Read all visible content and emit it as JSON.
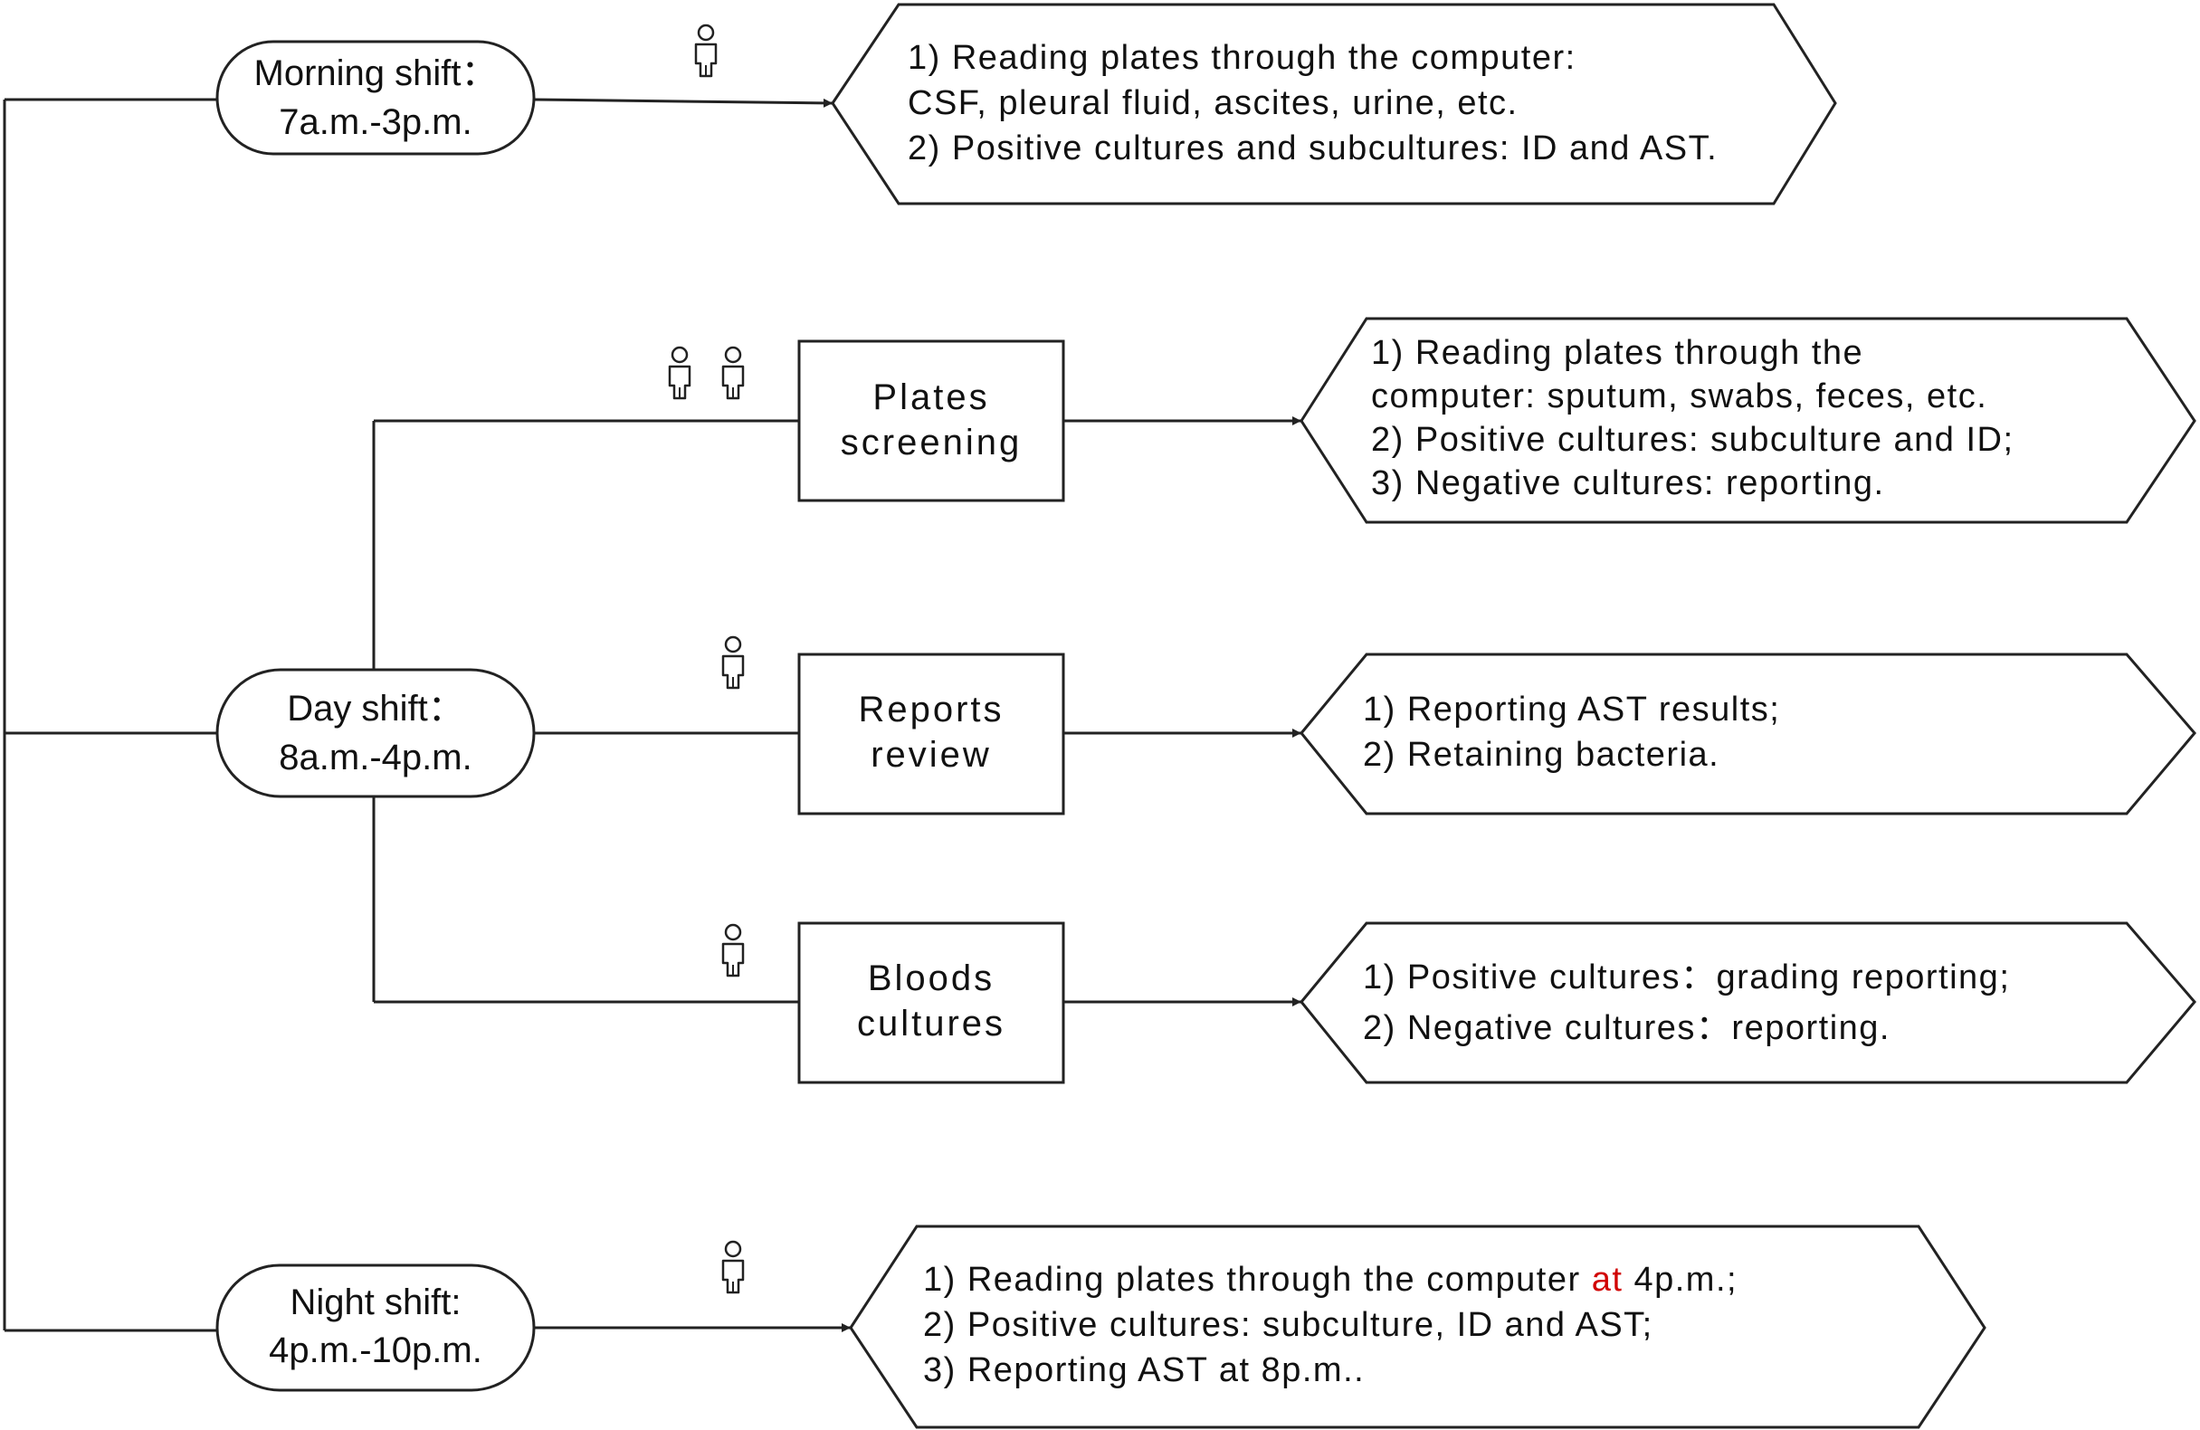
{
  "shifts": {
    "morning": {
      "title": "Morning shift：",
      "hours": "7a.m.-3p.m."
    },
    "day": {
      "title": "Day shift：",
      "hours": "8a.m.-4p.m."
    },
    "night": {
      "title": "Night shift:",
      "hours": "4p.m.-10p.m."
    }
  },
  "boxes": {
    "plates": {
      "line1": "Plates",
      "line2": "screening"
    },
    "reports": {
      "line1": "Reports",
      "line2": "review"
    },
    "bloods": {
      "line1": "Bloods",
      "line2": "cultures"
    }
  },
  "tasks": {
    "morning": [
      "1) Reading plates through the computer:",
      "CSF, pleural fluid, ascites, urine, etc.",
      "2) Positive cultures and subcultures: ID and AST."
    ],
    "plates": [
      "1) Reading plates through the",
      "computer: sputum, swabs, feces, etc.",
      "2) Positive cultures: subculture and ID;",
      "3) Negative cultures: reporting."
    ],
    "reports": [
      "1) Reporting AST results;",
      "2) Retaining bacteria."
    ],
    "bloods": [
      "1) Positive cultures：grading reporting;",
      "2) Negative cultures：reporting."
    ],
    "night": {
      "line1_pre": "1) Reading plates through the computer ",
      "line1_red": "at",
      "line1_post": " 4p.m.;",
      "line2": "2) Positive cultures: subculture, ID and AST;",
      "line3": "3) Reporting AST  at 8p.m.."
    }
  },
  "staff_counts": {
    "morning": 1,
    "plates": 2,
    "reports": 1,
    "bloods": 1,
    "night": 1
  },
  "colors": {
    "stroke": "#222222",
    "highlight": "#d10000"
  }
}
